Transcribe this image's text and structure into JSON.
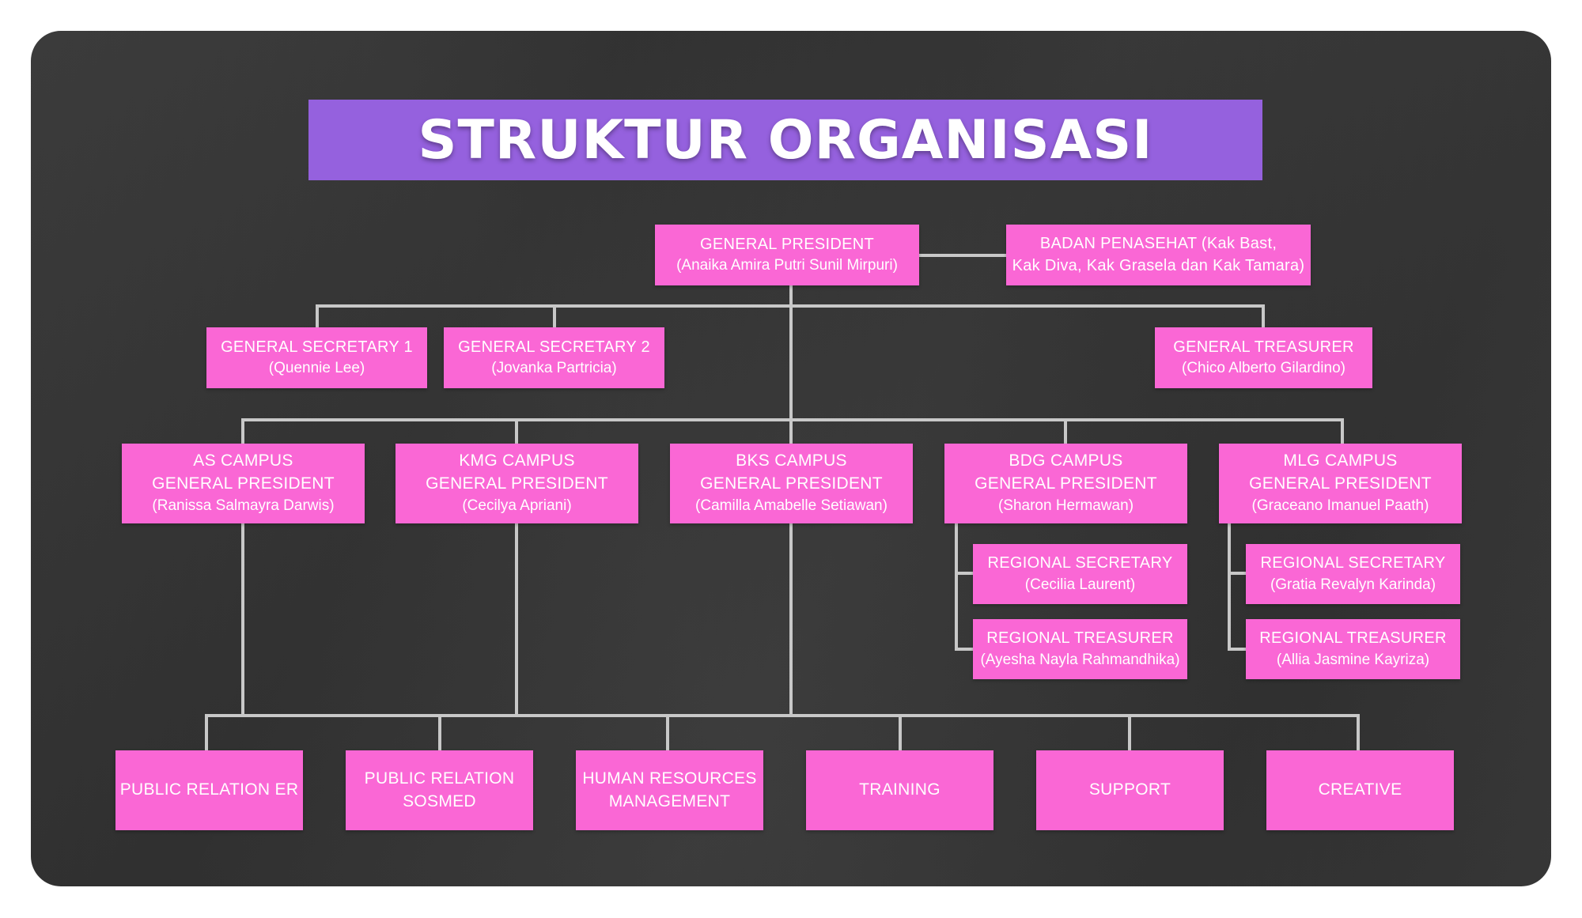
{
  "title": "STRUKTUR ORGANISASI",
  "colors": {
    "board_background": "#333333",
    "title_bar": "#9561de",
    "box": "#fa67d5",
    "text": "#ffffff",
    "connector": "#c8c8c8"
  },
  "top": {
    "president": {
      "role": "GENERAL PRESIDENT",
      "name": "(Anaika Amira Putri Sunil Mirpuri)"
    },
    "advisors": {
      "line1": "BADAN PENASEHAT (Kak Bast,",
      "line2": "Kak Diva, Kak Grasela dan Kak Tamara)"
    }
  },
  "officers": [
    {
      "role": "GENERAL SECRETARY 1",
      "name": "(Quennie Lee)"
    },
    {
      "role": "GENERAL SECRETARY 2",
      "name": "(Jovanka Partricia)"
    },
    {
      "role": "GENERAL TREASURER",
      "name": "(Chico Alberto Gilardino)"
    }
  ],
  "campuses": [
    {
      "line1": "AS CAMPUS",
      "line2": "GENERAL PRESIDENT",
      "name": "(Ranissa Salmayra Darwis)"
    },
    {
      "line1": "KMG CAMPUS",
      "line2": "GENERAL PRESIDENT",
      "name": "(Cecilya Apriani)"
    },
    {
      "line1": "BKS CAMPUS",
      "line2": "GENERAL PRESIDENT",
      "name": "(Camilla Amabelle Setiawan)"
    },
    {
      "line1": "BDG CAMPUS",
      "line2": "GENERAL PRESIDENT",
      "name": "(Sharon Hermawan)"
    },
    {
      "line1": "MLG CAMPUS",
      "line2": "GENERAL PRESIDENT",
      "name": "(Graceano Imanuel Paath)"
    }
  ],
  "regional": {
    "bdg": [
      {
        "role": "REGIONAL SECRETARY",
        "name": "(Cecilia Laurent)"
      },
      {
        "role": "REGIONAL TREASURER",
        "name": "(Ayesha Nayla Rahmandhika)"
      }
    ],
    "mlg": [
      {
        "role": "REGIONAL SECRETARY",
        "name": "(Gratia Revalyn Karinda)"
      },
      {
        "role": "REGIONAL TREASURER",
        "name": "(Allia Jasmine Kayriza)"
      }
    ]
  },
  "divisions": [
    {
      "line1": "PUBLIC RELATION ER",
      "line2": ""
    },
    {
      "line1": "PUBLIC RELATION",
      "line2": "SOSMED"
    },
    {
      "line1": "HUMAN RESOURCES",
      "line2": "MANAGEMENT"
    },
    {
      "line1": "TRAINING",
      "line2": ""
    },
    {
      "line1": "SUPPORT",
      "line2": ""
    },
    {
      "line1": "CREATIVE",
      "line2": ""
    }
  ]
}
